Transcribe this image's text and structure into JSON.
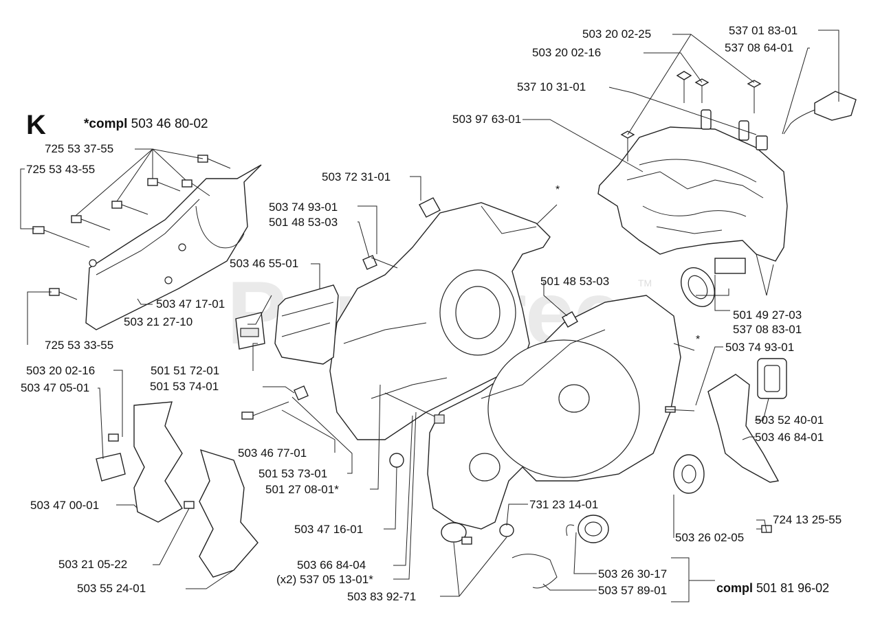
{
  "header": {
    "letter": "K",
    "compl_prefix": "*compl",
    "compl_number": "503 46 80-02"
  },
  "watermark": {
    "text": "PartsTree",
    "tm": "TM"
  },
  "assembly_kit": {
    "prefix": "compl",
    "number": "501 81 96-02"
  },
  "asterisk": "*",
  "labels": {
    "p503200225": "503 20 02-25",
    "p503200216a": "503 20 02-16",
    "p537018301": "537 01 83-01",
    "p537086401": "537 08 64-01",
    "p537103101": "537 10 31-01",
    "p503976301": "503 97 63-01",
    "p725533755": "725 53 37-55",
    "p725534355": "725 53 43-55",
    "p503723101": "503 72 31-01",
    "p503749301a": "503 74 93-01",
    "p501485303a": "501 48 53-03",
    "p503465501": "503 46 55-01",
    "p503471701": "503 47 17-01",
    "p503212710": "503 21 27-10",
    "p725533355": "725 53 33-55",
    "p501485303b": "501 48 53-03",
    "p501492703": "501 49 27-03",
    "p537088301": "537 08 83-01",
    "p503749301b": "503 74 93-01",
    "p503200216b": "503 20 02-16",
    "p503470501": "503 47 05-01",
    "p501517201": "501 51 72-01",
    "p501537401": "501 53 74-01",
    "p503467701": "503 46 77-01",
    "p501537301": "501 53 73-01",
    "p501270801": "501 27 08-01*",
    "p503524001": "503 52 40-01",
    "p503468401": "503 46 84-01",
    "p503470001": "503 47 00-01",
    "p503471601": "503 47 16-01",
    "p731231401": "731 23 14-01",
    "p724132555": "724 13 25-55",
    "p503260205": "503 26 02-05",
    "p503210522": "503 21 05-22",
    "p503668404": "503 66 84-04",
    "p537051301": "(x2) 537 05 13-01*",
    "p503552401": "503 55 24-01",
    "p503263017": "503 26 30-17",
    "p503578901": "503 57 89-01",
    "p503839271": "503 83 92-71"
  }
}
